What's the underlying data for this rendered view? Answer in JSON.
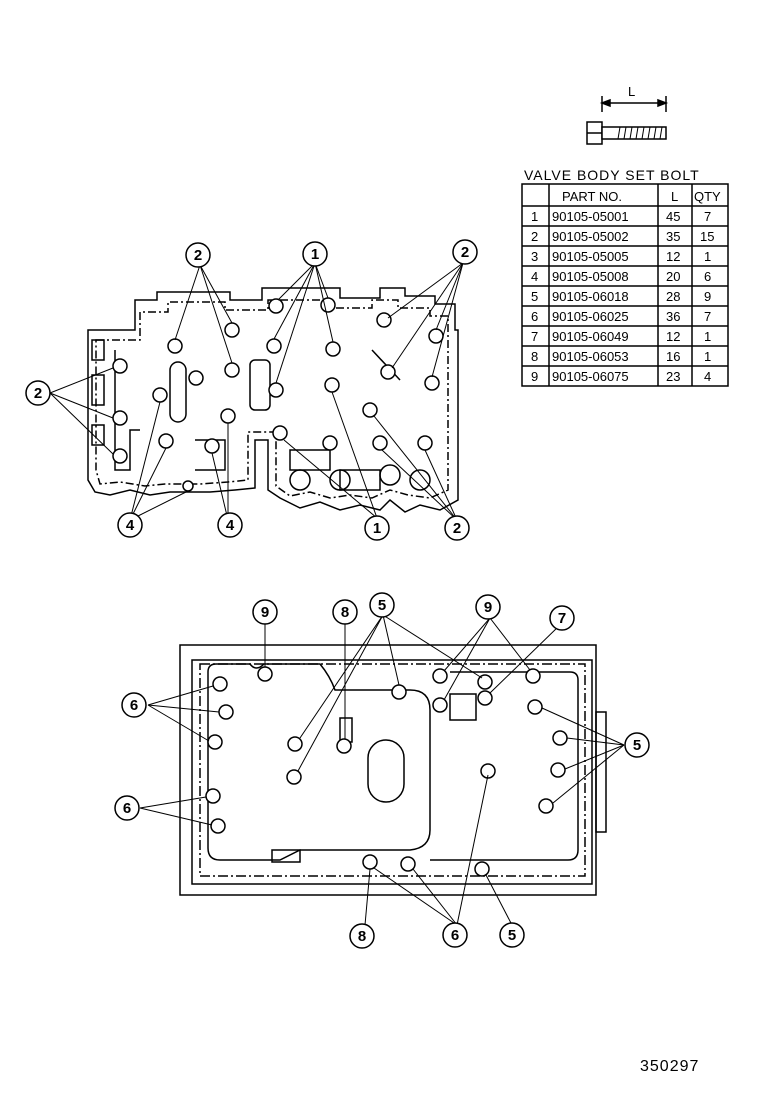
{
  "bolt_icon": {
    "dimension_label": "L",
    "icon": "bolt-icon"
  },
  "table": {
    "title": "VALVE BODY SET BOLT",
    "headers": [
      "",
      "PART NO.",
      "L",
      "QTY"
    ],
    "rows": [
      [
        "1",
        "90105-05001",
        "45",
        "7"
      ],
      [
        "2",
        "90105-05002",
        "35",
        "15"
      ],
      [
        "3",
        "90105-05005",
        "12",
        "1"
      ],
      [
        "4",
        "90105-05008",
        "20",
        "6"
      ],
      [
        "5",
        "90105-06018",
        "28",
        "9"
      ],
      [
        "6",
        "90105-06025",
        "36",
        "7"
      ],
      [
        "7",
        "90105-06049",
        "12",
        "1"
      ],
      [
        "8",
        "90105-06053",
        "16",
        "1"
      ],
      [
        "9",
        "90105-06075",
        "23",
        "4"
      ]
    ]
  },
  "callouts": {
    "upper": [
      "2",
      "1",
      "2",
      "2",
      "4",
      "4",
      "1",
      "2"
    ],
    "lower": [
      "9",
      "8",
      "5",
      "9",
      "7",
      "6",
      "5",
      "6",
      "8",
      "6",
      "5"
    ]
  },
  "figure_number": "350297"
}
